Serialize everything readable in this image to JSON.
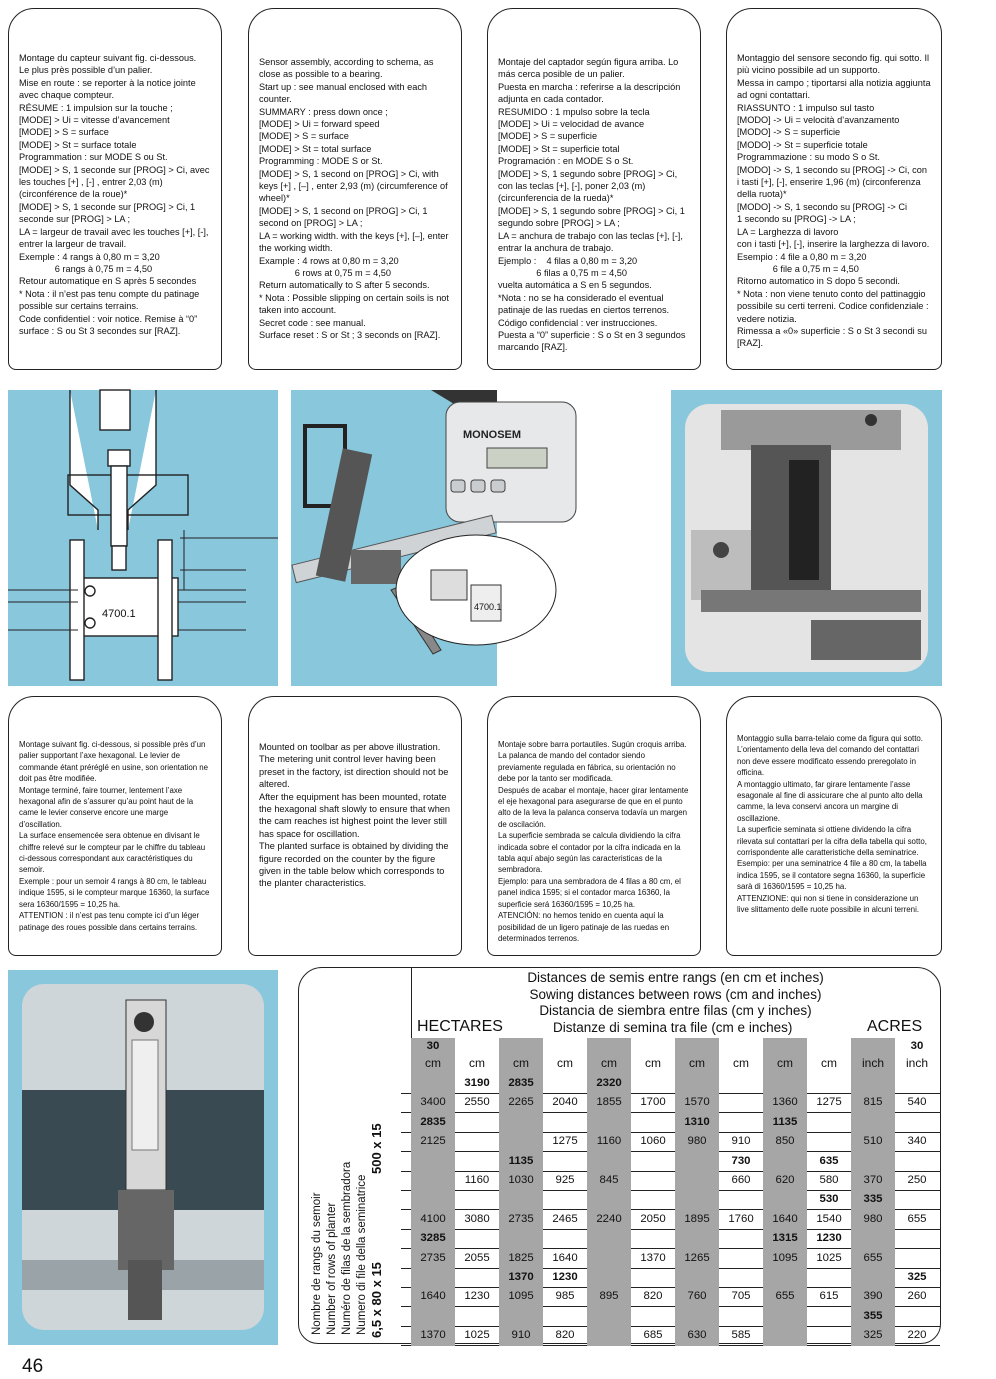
{
  "top_cards": [
    {
      "text": "Montage du capteur suivant fig. ci-dessous.\nLe plus près possible d’un palier.\nMise en route : se reporter à la notice jointe avec chaque compteur.\nRÉSUME : 1 impulsion sur la touche ;\n[MODE] > Ui = vitesse d’avancement\n[MODE] > S = surface\n[MODE] > St = surface totale\nProgrammation : sur MODE S ou St.\n[MODE] > S, 1 seconde sur [PROG] > Ci, avec les touches [+] , [-] , entrer 2,03 (m) (circonférence de la roue)*\n[MODE] > S, 1 seconde sur [PROG] > Ci, 1 seconde sur [PROG] > LA ;\nLA = largeur de travail avec les touches [+], [-], entrer la largeur de travail.\nExemple : 4 rangs à 0,80 m = 3,20\n              6 rangs à 0,75 m = 4,50\nRetour automatique en S après 5 secondes\n* Nota : il n’est pas tenu compte du patinage possible sur certains terrains.\nCode confidentiel : voir notice. Remise à “0” surface : S ou St 3 secondes sur [RAZ]."
    },
    {
      "text": "Sensor assembly, according to schema, as close as possible to a bearing.\nStart up : see manual enclosed with each counter.\nSUMMARY : press down once ;\n[MODE] > Ui = forward speed\n[MODE] > S = surface\n[MODE] > St = total surface\nProgramming : MODE S or St.\n[MODE] > S, 1 second on [PROG] > Ci, with keys [+] , [–] , enter 2,93 (m) (circumference of wheel)*\n[MODE] > S, 1 second on [PROG] > Ci, 1 second on [PROG] > LA ;\nLA = working width. with the keys [+], [–], enter the working width.\nExample : 4 rows at 0,80 m = 3,20\n              6 rows at 0,75 m = 4,50\nReturn automatically to S after 5 seconds.\n* Nota : Possible slipping on certain soils is not taken into account.\nSecret code : see manual.\nSurface reset : S or St ; 3 seconds on [RAZ]."
    },
    {
      "text": "Montaje del captador según figura arriba. Lo más cerca posible de un palier.\nPuesta en marcha : referirse a la descripción adjunta en cada contador.\nRESUMIDO : 1 mpulso sobre la tecla\n[MODE] > Ui = velocidad de avance\n[MODE] > S = superficie\n[MODE] > St = superficie total\nProgramación : en MODE S o St.\n[MODE] > S, 1 segundo sobre [PROG] > Ci, con las teclas [+], [-], poner 2,03 (m) (circunferencia de la rueda)*\n[MODE] > S, 1 segundo sobre [PROG] > Ci, 1 segundo sobre [PROG] > LA ;\nLA = anchura de trabajo con las teclas [+], [-], entrar la anchura de trabajo.\nEjemplo :    4 filas a 0,80 m = 3,20\n               6 filas a 0,75 m = 4,50\nvuelta automática a S en 5 segundos.\n*Nota : no se ha considerado el eventual patinaje de las ruedas en ciertos terrenos.\nCódigo confidencial : ver instrucciones.\nPuesta a “0” superficie : S o St en 3 segundos marcando [RAZ]."
    },
    {
      "text": "Montaggio del sensore secondo fig. qui sotto. Il più vicino possibile ad un supporto.\nMessa in campo ; tiportarsi alla notizia aggiunta ad ogni contattari.\nRIASSUNTO : 1 impulso sul tasto\n[MODO] -> Ui = velocità d’avanzamento\n[MODO] -> S = superficie\n[MODO] -> St = superficie totale\nProgrammazione : su modo S o St.\n[MODO] -> S, 1 secondo su [PROG] -> Ci, con i tasti [+], [-], enserire 1,96 (m) (circonferenza della ruota)*\n[MODO] -> S, 1 secondo su [PROG] -> Ci\n1 secondo su [PROG] -> LA ;\nLA = Larghezza di lavoro\ncon i tasti [+], [-], inserire la larghezza di lavoro.\nEsempio : 4 file a 0,80 m = 3,20\n              6 file a 0,75 m = 4,50\nRitorno automatico in S dopo 5 secondi.\n* Nota : non viene tenuto conto del pattinaggio possibile su certi terreni. Codice confidenziale : vedere notizia.\nRimessa a «0» superficie : S o St 3 secondi su [RAZ]."
    }
  ],
  "bottom_cards": [
    {
      "text": "Montage suivant fig. ci-dessous, si possible près d’un palier supportant l’axe hexagonal. Le levier de commande étant préréglé en usine, son orientation ne doit pas être modifiée.\nMontage terminé, faire tourner, lentement l’axe hexagonal afin de s’assurer qu’au point haut de la came le levier conserve encore une marge d’oscillation.\nLa surface ensemencée sera obtenue en divisant le chiffre relevé sur le compteur par le chiffre du tableau ci-dessous correspondant aux caractéristiques du semoir.\nExemple : pour un semoir 4 rangs à 80 cm, le tableau indique 1595, si le compteur marque 16360, la surface sera 16360/1595 = 10,25 ha.\nATTENTION : il n’est pas tenu compte ici d’un léger patinage des roues possible dans certains terrains."
    },
    {
      "text": "Mounted on toolbar as per above illustration. The metering unit control lever having been preset in the factory, ist direction should not be altered.\nAfter the equipment has been mounted, rotate the hexagonal shaft slowly to ensure that when the cam reaches ist highest point the lever still has space for oscillation.\nThe planted surface is obtained by dividing the figure recorded on the counter by the figure given in the table below which corresponds to the planter characteristics."
    },
    {
      "text": "Montaje sobre barra portautiles. Sugún croquis arriba. La palanca de mando del contador siendo previamente regulada en fábrica, su orientación no debe por la tanto ser modificada.\nDespués de acabar el montaje, hacer girar lentamente el eje hexagonal para asegurarse de que en el punto alto de la leva la palanca conserva todavía un margen de oscilación.\nLa superficie sembrada se calcula dividiendo la cifra indicada sobre el contador por la cifra indicada en la tabla aquí abajo según las caracteristicas de la sembradora.\nEjemplo: para una sembradora de 4 filas a 80 cm, el panel indica 1595; si el contador marca 16360, la superficie será 16360/1595 = 10,25 ha.\nATENCIÓN: no hemos tenido en cuenta aquí la posibilidad de un ligero patinaje de las ruedas en determinados terrenos."
    },
    {
      "text": "Montaggio sulla barra-telaio come da figura qui sotto.\nL’orientamento della leva del comando del contattari non deve essere modificato essendo preregolato in officina.\nA montaggio ultimato, far girare lentamente l’asse esagonale al fine di assicurare che al punto alto della camme, la leva conservi ancora un margine di oscillazione.\nLa superficie seminata si ottiene dividendo la cifra rilevata sul contattari per la cifra della tabella qui sotto, corrispondente alle caratteristiche della seminatrice.\nEsempio: per una seminatrice 4 file a 80 cm, la tabella indica 1595, se il contatore segna 16360, la superficie sarà di 16360/1595 = 10,25 ha.\nATTENZIONE: qui non si tiene in considerazione un live slittamento delle ruote possibile in alcuni terreni."
    }
  ],
  "figures": {
    "sensor_label": "4700.1",
    "counter_brand": "MONOSEM",
    "detail_label": "4700.1"
  },
  "table": {
    "header_lines": [
      "Distances de semis entre rangs (en cm et inches)",
      "Sowing distances between rows (cm and inches)",
      "Distancia de siembra entre filas (cm y inches)"
    ],
    "hectares": "HECTARES",
    "italian_line": "Distanze di semina tra file (cm e inches)",
    "acres": "ACRES",
    "col_top": [
      "30",
      "",
      "",
      "",
      "",
      "",
      "",
      "",
      "",
      "",
      "",
      "30"
    ],
    "col_bottom": [
      "cm",
      "cm",
      "cm",
      "cm",
      "cm",
      "cm",
      "cm",
      "cm",
      "cm",
      "cm",
      "inch",
      "inch"
    ],
    "row_label_lines": [
      "Nombre de rangs du semoir",
      "Number of rows of planter",
      "Numéro de filas de la sembradora",
      "Numero di file della seminatrice"
    ],
    "group_labels": [
      "500 x 15",
      "6,5 x 80 x 15"
    ],
    "rows": [
      [
        "",
        "3190",
        "2835",
        "",
        "2320",
        "",
        "",
        "",
        "",
        "",
        "",
        ""
      ],
      [
        "3400",
        "2550",
        "2265",
        "2040",
        "1855",
        "1700",
        "1570",
        "",
        "1360",
        "1275",
        "815",
        "540"
      ],
      [
        "2835",
        "",
        "",
        "",
        "",
        "",
        "1310",
        "",
        "1135",
        "",
        "",
        ""
      ],
      [
        "2125",
        "",
        "",
        "1275",
        "1160",
        "1060",
        "980",
        "910",
        "850",
        "",
        "510",
        "340"
      ],
      [
        "",
        "",
        "1135",
        "",
        "",
        "",
        "",
        "730",
        "",
        "635",
        "",
        ""
      ],
      [
        "",
        "1160",
        "1030",
        "925",
        "845",
        "",
        "",
        "660",
        "620",
        "580",
        "370",
        "250"
      ],
      [
        "",
        "",
        "",
        "",
        "",
        "",
        "",
        "",
        "",
        "530",
        "335",
        ""
      ],
      [
        "4100",
        "3080",
        "2735",
        "2465",
        "2240",
        "2050",
        "1895",
        "1760",
        "1640",
        "1540",
        "980",
        "655"
      ],
      [
        "3285",
        "",
        "",
        "",
        "",
        "",
        "",
        "",
        "1315",
        "1230",
        "",
        ""
      ],
      [
        "2735",
        "2055",
        "1825",
        "1640",
        "",
        "1370",
        "1265",
        "",
        "1095",
        "1025",
        "655",
        ""
      ],
      [
        "",
        "",
        "1370",
        "1230",
        "",
        "",
        "",
        "",
        "",
        "",
        "",
        "325"
      ],
      [
        "1640",
        "1230",
        "1095",
        "985",
        "895",
        "820",
        "760",
        "705",
        "655",
        "615",
        "390",
        "260"
      ],
      [
        "",
        "",
        "",
        "",
        "",
        "",
        "",
        "",
        "",
        "",
        "355",
        ""
      ],
      [
        "1370",
        "1025",
        "910",
        "820",
        "",
        "685",
        "630",
        "585",
        "",
        "",
        "325",
        "220"
      ]
    ]
  },
  "page_number": "46"
}
